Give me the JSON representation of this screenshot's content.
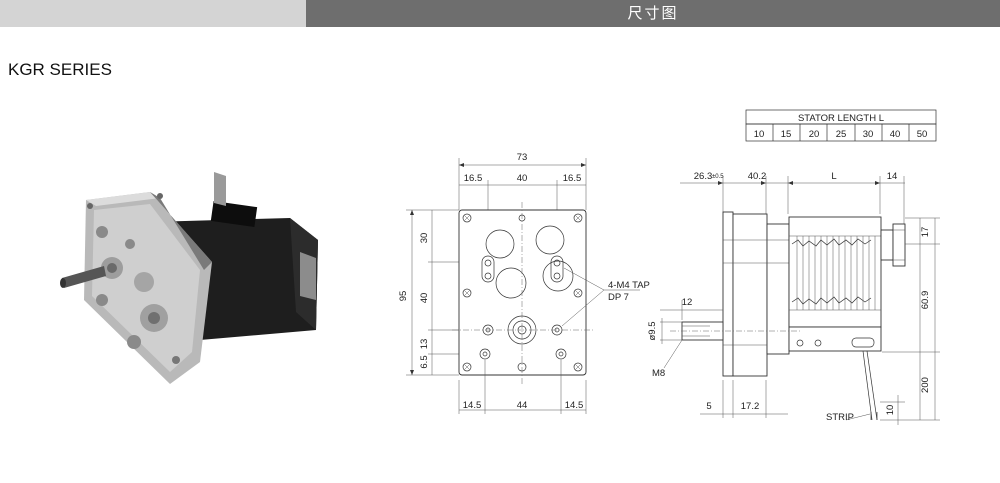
{
  "header": {
    "title": "尺寸图"
  },
  "series_title": "KGR  SERIES",
  "stator_table": {
    "title": "STATOR LENGTH L",
    "values": [
      "10",
      "15",
      "20",
      "25",
      "30",
      "40",
      "50"
    ]
  },
  "front_view": {
    "top_total": "73",
    "top_left": "16.5",
    "top_mid": "40",
    "top_right": "16.5",
    "left_total": "95",
    "left_30": "30",
    "left_40": "40",
    "left_13": "13",
    "left_6_5": "6.5",
    "bottom_left": "14.5",
    "bottom_mid": "44",
    "bottom_right": "14.5",
    "tap_label_1": "4-M4 TAP",
    "tap_label_2": "DP 7"
  },
  "side_view": {
    "top_26_3": "26.3",
    "top_tol": "±0.5",
    "top_40_2": "40.2",
    "top_L": "L",
    "top_14": "14",
    "right_17": "17",
    "right_60_9": "60.9",
    "right_200": "200",
    "right_10": "10",
    "shaft_12": "12",
    "shaft_dia": "ø9.5",
    "shaft_m8": "M8",
    "bottom_5": "5",
    "bottom_17_2": "17.2",
    "strip": "STRIP"
  },
  "colors": {
    "header_gray": "#6e6e6e",
    "header_light": "#d4d4d4"
  }
}
